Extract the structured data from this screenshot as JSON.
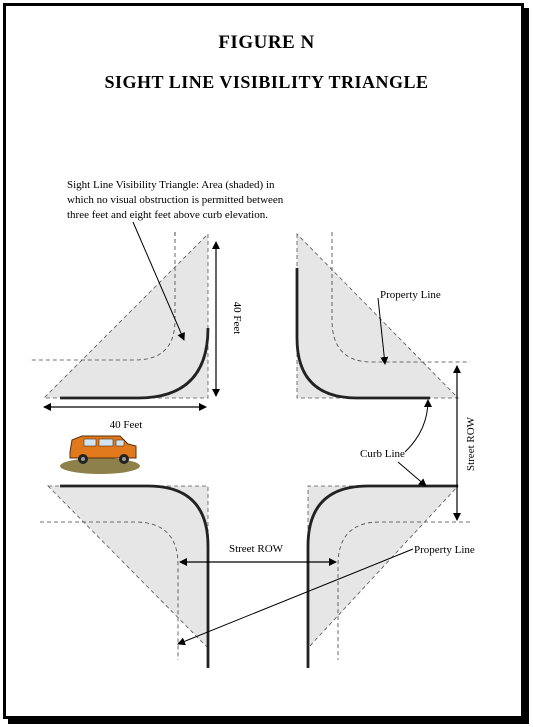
{
  "figure_title": "FIGURE N",
  "subtitle": "SIGHT LINE VISIBILITY TRIANGLE",
  "callout": {
    "line1": "Sight Line Visibility Triangle:  Area (shaded) in",
    "line2": "which no visual obstruction is permitted between",
    "line3": "three feet and eight feet above curb elevation."
  },
  "labels": {
    "dim_vertical": "40 Feet",
    "dim_horizontal": "40 Feet",
    "property_line_top": "Property Line",
    "property_line_bottom": "Property Line",
    "curb_line": "Curb Line",
    "street_row_vertical": "Street ROW",
    "street_row_horizontal": "Street ROW"
  },
  "colors": {
    "shade": "#e6e6e6",
    "line": "#000000",
    "car_body": "#e0781c",
    "car_ground": "#7a6a2a"
  }
}
